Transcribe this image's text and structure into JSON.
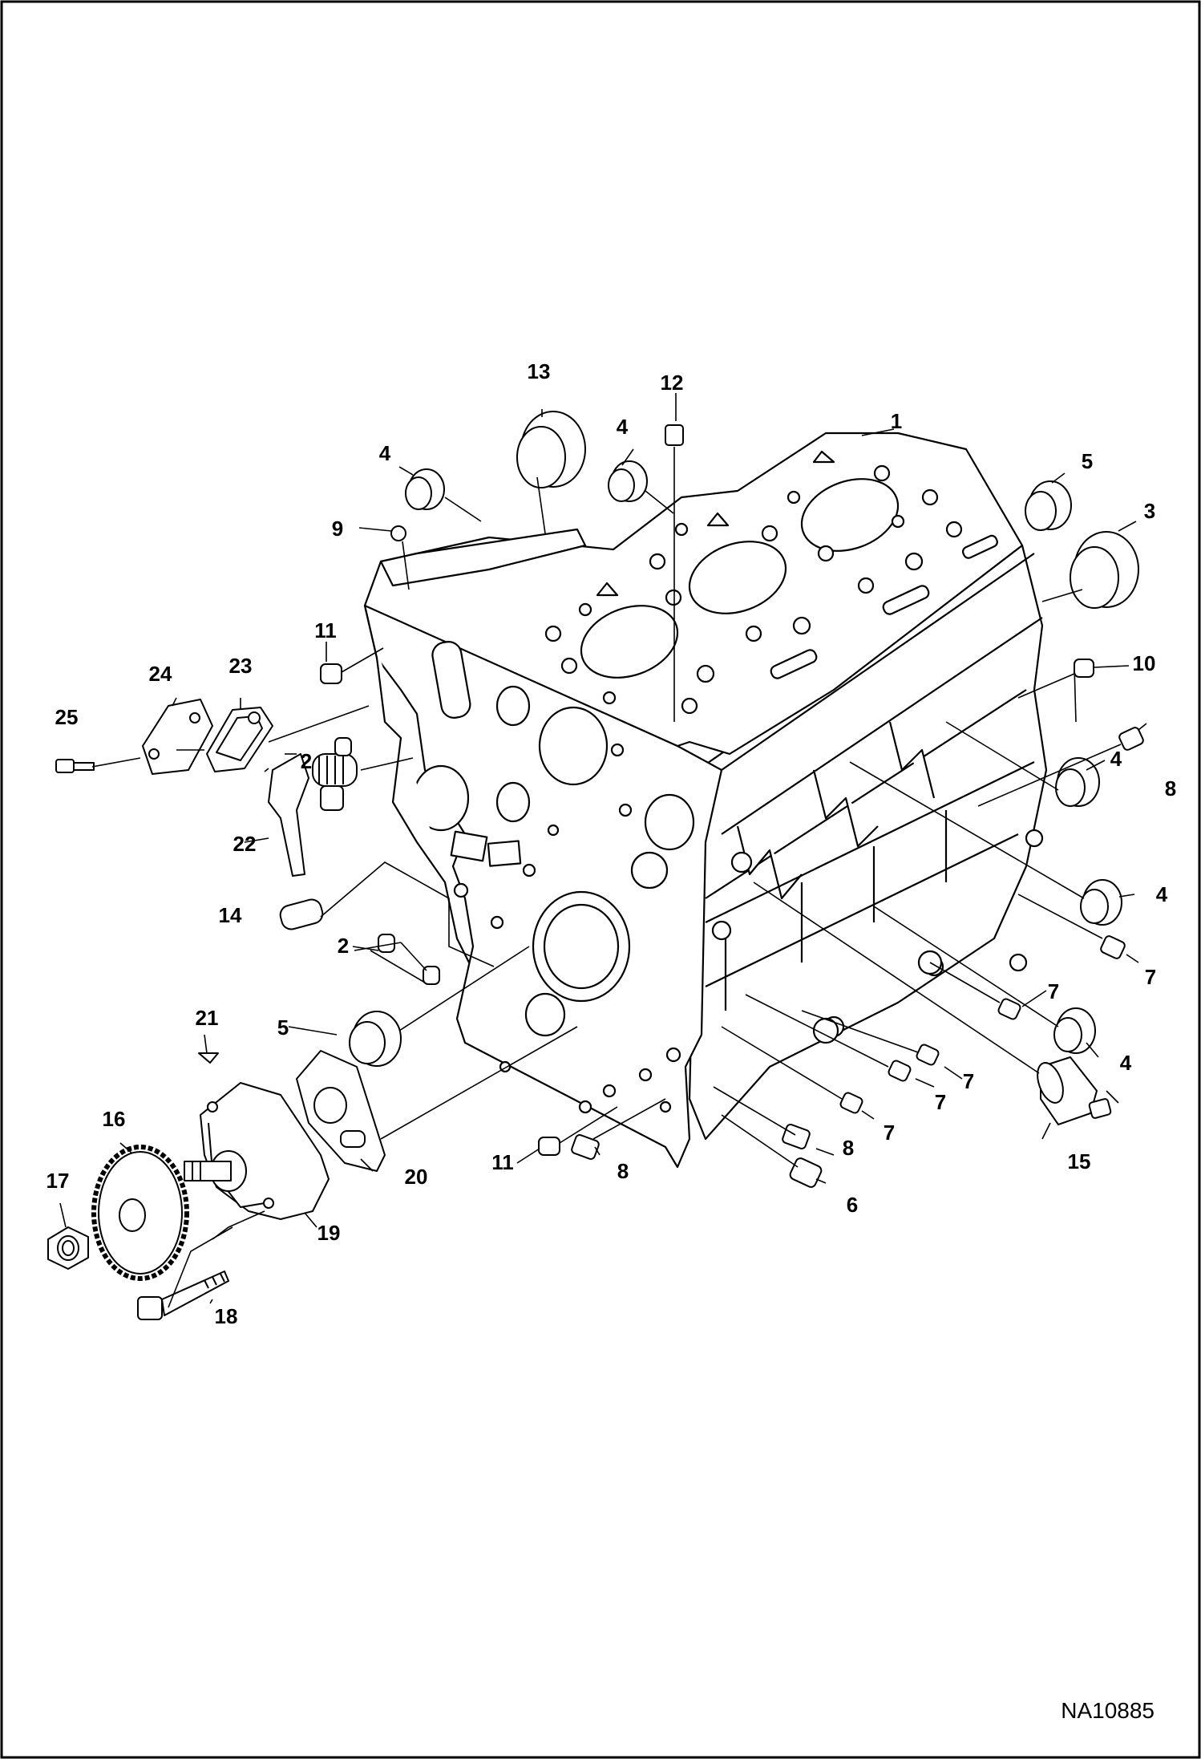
{
  "diagram": {
    "figure_code": "NA10885",
    "callouts": [
      {
        "id": "c1",
        "label": "1"
      },
      {
        "id": "c2a",
        "label": "2"
      },
      {
        "id": "c2b",
        "label": "2"
      },
      {
        "id": "c3",
        "label": "3"
      },
      {
        "id": "c4a",
        "label": "4"
      },
      {
        "id": "c4b",
        "label": "4"
      },
      {
        "id": "c4c",
        "label": "4"
      },
      {
        "id": "c4d",
        "label": "4"
      },
      {
        "id": "c4e",
        "label": "4"
      },
      {
        "id": "c5a",
        "label": "5"
      },
      {
        "id": "c5b",
        "label": "5"
      },
      {
        "id": "c6",
        "label": "6"
      },
      {
        "id": "c7a",
        "label": "7"
      },
      {
        "id": "c7b",
        "label": "7"
      },
      {
        "id": "c7c",
        "label": "7"
      },
      {
        "id": "c7d",
        "label": "7"
      },
      {
        "id": "c7e",
        "label": "7"
      },
      {
        "id": "c8a",
        "label": "8"
      },
      {
        "id": "c8b",
        "label": "8"
      },
      {
        "id": "c8c",
        "label": "8"
      },
      {
        "id": "c9",
        "label": "9"
      },
      {
        "id": "c10",
        "label": "10"
      },
      {
        "id": "c11a",
        "label": "11"
      },
      {
        "id": "c11b",
        "label": "11"
      },
      {
        "id": "c12",
        "label": "12"
      },
      {
        "id": "c13",
        "label": "13"
      },
      {
        "id": "c14",
        "label": "14"
      },
      {
        "id": "c15",
        "label": "15"
      },
      {
        "id": "c16",
        "label": "16"
      },
      {
        "id": "c17",
        "label": "17"
      },
      {
        "id": "c18",
        "label": "18"
      },
      {
        "id": "c19",
        "label": "19"
      },
      {
        "id": "c20",
        "label": "20"
      },
      {
        "id": "c21",
        "label": "21"
      },
      {
        "id": "c22",
        "label": "22"
      },
      {
        "id": "c23",
        "label": "23"
      },
      {
        "id": "c24",
        "label": "24"
      },
      {
        "id": "c25",
        "label": "25"
      }
    ]
  }
}
